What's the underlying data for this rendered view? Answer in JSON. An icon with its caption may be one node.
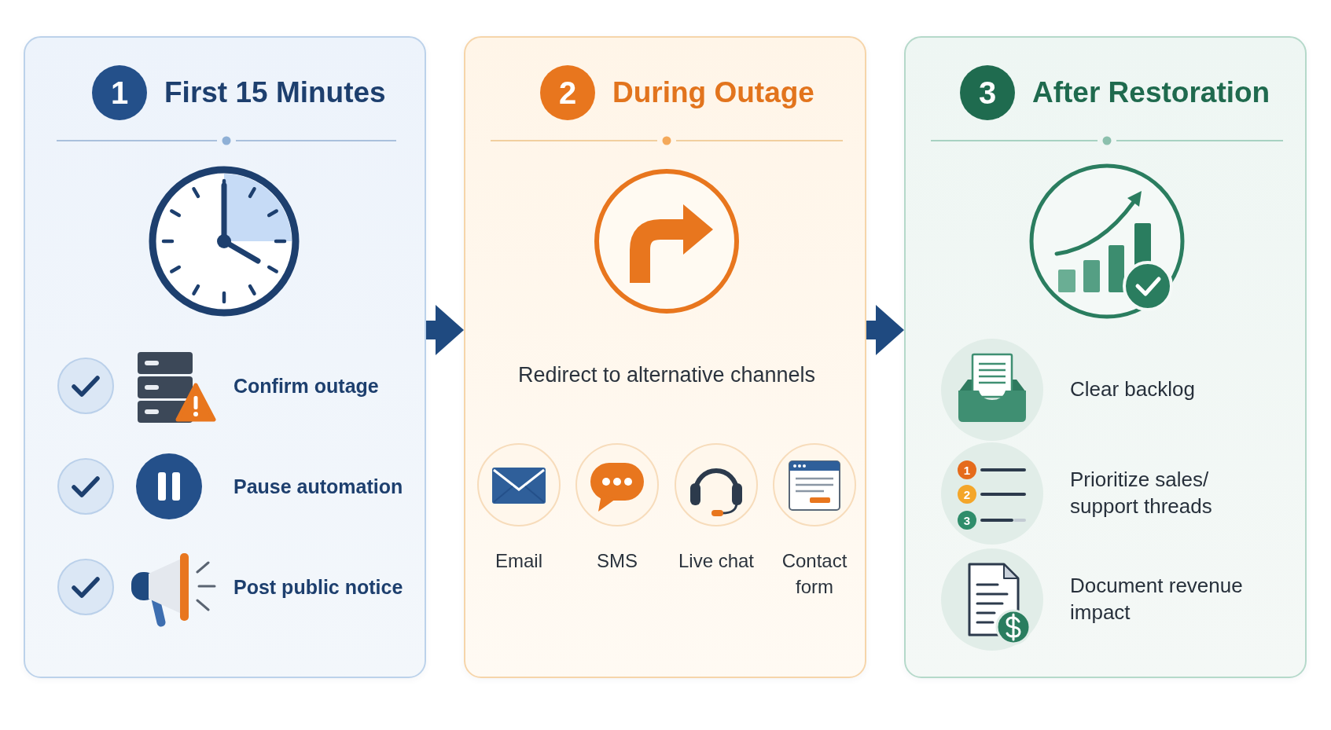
{
  "diagram": {
    "nodes": [
      {
        "text": [
          "First 15 Minutes",
          "Confirm outage",
          "Pause automation",
          "Post public notice"
        ]
      },
      {
        "text": [
          "1"
        ],
        "in": 0
      },
      {
        "text": [
          "During Outage",
          "Redirect to alternative channels",
          "Email",
          "SMS",
          "Live chat",
          "Contact form"
        ]
      },
      {
        "text": [
          "2"
        ],
        "in": 2
      },
      {
        "text": [
          "After Restoration",
          "Clear backlog",
          "Prioritize sales/ support threads",
          "Document revenue impact"
        ]
      },
      {
        "text": [
          "3"
        ],
        "in": 4
      }
    ],
    "edges": [
      {
        "from": 0,
        "to": 2,
        "arrow": "to"
      },
      {
        "from": 2,
        "to": 4,
        "arrow": "to"
      }
    ],
    "labels": [
      "1",
      "2",
      "3"
    ]
  }
}
